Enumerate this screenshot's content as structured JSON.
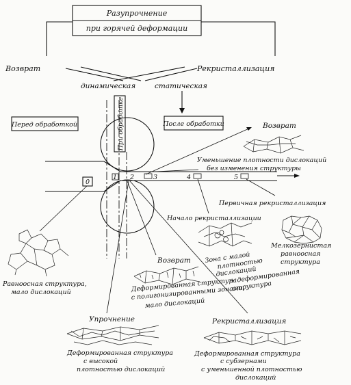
{
  "title": {
    "line1": "Разупрочнение",
    "line2": "при горячей деформации"
  },
  "branches": {
    "recovery": "Возврат",
    "recrystallization": "Рекристаллизация",
    "dynamic": "динамическая",
    "static": "статическая"
  },
  "stages": {
    "before": "Перед обработкой",
    "during": "При обработке",
    "after": "После обработки"
  },
  "positions": {
    "p0": "0",
    "p1": "1",
    "p2": "2",
    "p3": "3",
    "p4": "4",
    "p5": "5"
  },
  "annotations": {
    "recovery_top": "Возврат",
    "disloc_reduction_1": "Уменьшение плотности дислокаций",
    "disloc_reduction_2": "без изменения структуры",
    "primary_recryst": "Первичная рекристаллизация",
    "recryst_start": "Начало рекристаллизации",
    "fine_grain_1": "Мелкозернистая",
    "fine_grain_2": "равноосная",
    "fine_grain_3": "структура",
    "low_density_1": "Зона с малой",
    "low_density_2": "плотностью",
    "low_density_3": "дислокаций",
    "low_density_4": "+ деформированная",
    "low_density_5": "структура",
    "equiaxed_1": "Равноосная структура,",
    "equiaxed_2": "мало дислокаций",
    "recovery_mid": "Возврат",
    "polygonized_1": "Деформированная структура",
    "polygonized_2": "с полигонизированными зонами,",
    "polygonized_3": "мало дислокаций",
    "hardening": "Упрочнение",
    "high_density_1": "Деформированная структура",
    "high_density_2": "с высокой",
    "high_density_3": "плотностью дислокаций",
    "recryst_bottom": "Рекристаллизация",
    "subgrains_1": "Деформированная структура",
    "subgrains_2": "с субзернами",
    "subgrains_3": "с уменьшенной плотностью",
    "subgrains_4": "дислокаций"
  }
}
